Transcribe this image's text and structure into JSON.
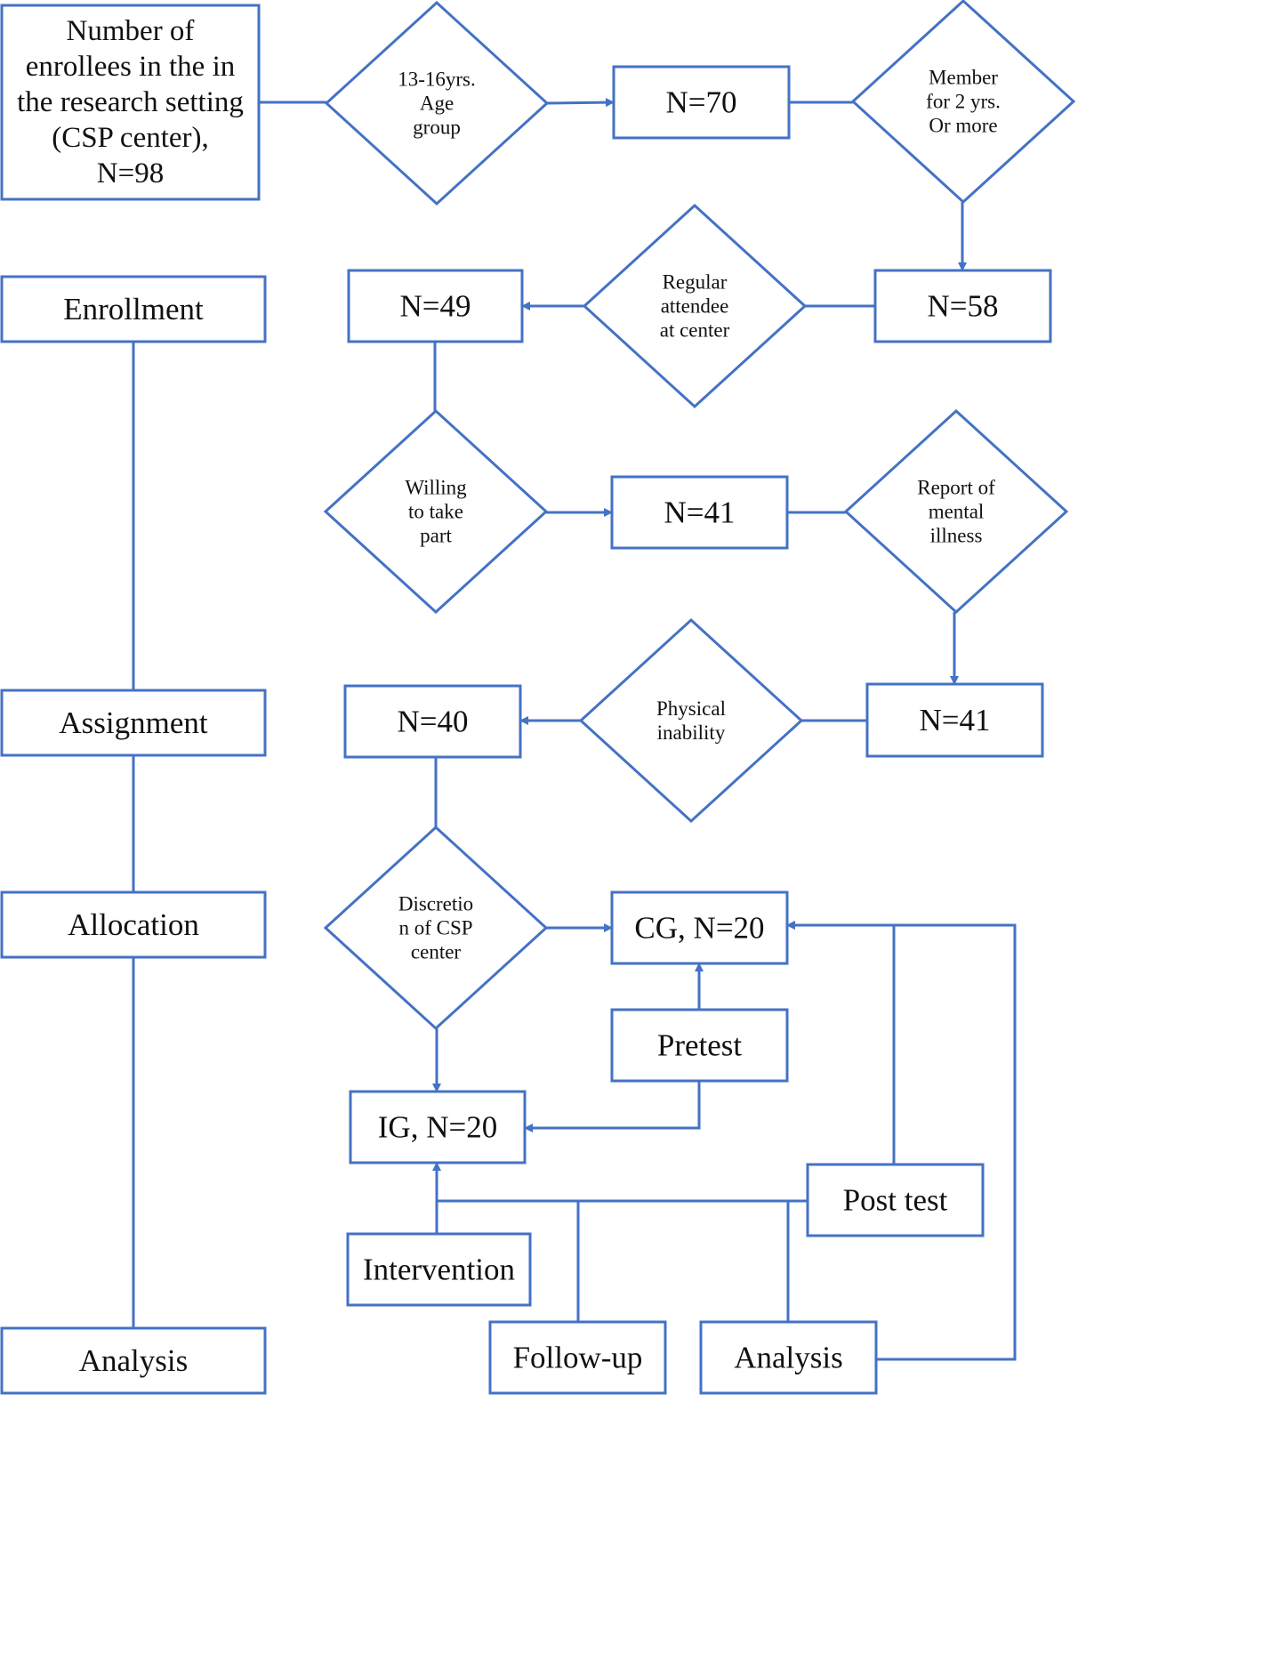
{
  "accent_color": "#4472C4",
  "nodes": {
    "start_box": {
      "lines": [
        "Number of",
        "enrollees in the in",
        "the research setting",
        "(CSP center),",
        "N=98"
      ]
    },
    "age_diamond": {
      "lines": [
        "13-16yrs.",
        "Age",
        "group"
      ]
    },
    "n70": {
      "lines": [
        "N=70"
      ]
    },
    "member_diamond": {
      "lines": [
        "Member",
        "for 2 yrs.",
        "Or more"
      ]
    },
    "n58": {
      "lines": [
        "N=58"
      ]
    },
    "regular_diamond": {
      "lines": [
        "Regular",
        "attendee",
        "at center"
      ]
    },
    "n49": {
      "lines": [
        "N=49"
      ]
    },
    "willing_diamond": {
      "lines": [
        "Willing",
        "to take",
        "part"
      ]
    },
    "n41a": {
      "lines": [
        "N=41"
      ]
    },
    "mental_diamond": {
      "lines": [
        "Report of",
        "mental",
        "illness"
      ]
    },
    "n41b": {
      "lines": [
        "N=41"
      ]
    },
    "physical_diamond": {
      "lines": [
        "Physical",
        "inability"
      ]
    },
    "n40": {
      "lines": [
        "N=40"
      ]
    },
    "discretion_diamond": {
      "lines": [
        "Discretio",
        "n of CSP",
        "center"
      ]
    },
    "cg": {
      "lines": [
        "CG, N=20"
      ]
    },
    "ig": {
      "lines": [
        "IG, N=20"
      ]
    },
    "pretest": {
      "lines": [
        "Pretest"
      ]
    },
    "posttest": {
      "lines": [
        "Post test"
      ]
    },
    "intervention": {
      "lines": [
        "Intervention"
      ]
    },
    "followup": {
      "lines": [
        "Follow-up"
      ]
    },
    "analysis_box": {
      "lines": [
        "Analysis"
      ]
    },
    "stage_enrollment": {
      "lines": [
        "Enrollment"
      ]
    },
    "stage_assignment": {
      "lines": [
        "Assignment"
      ]
    },
    "stage_allocation": {
      "lines": [
        "Allocation"
      ]
    },
    "stage_analysis": {
      "lines": [
        "Analysis"
      ]
    }
  }
}
